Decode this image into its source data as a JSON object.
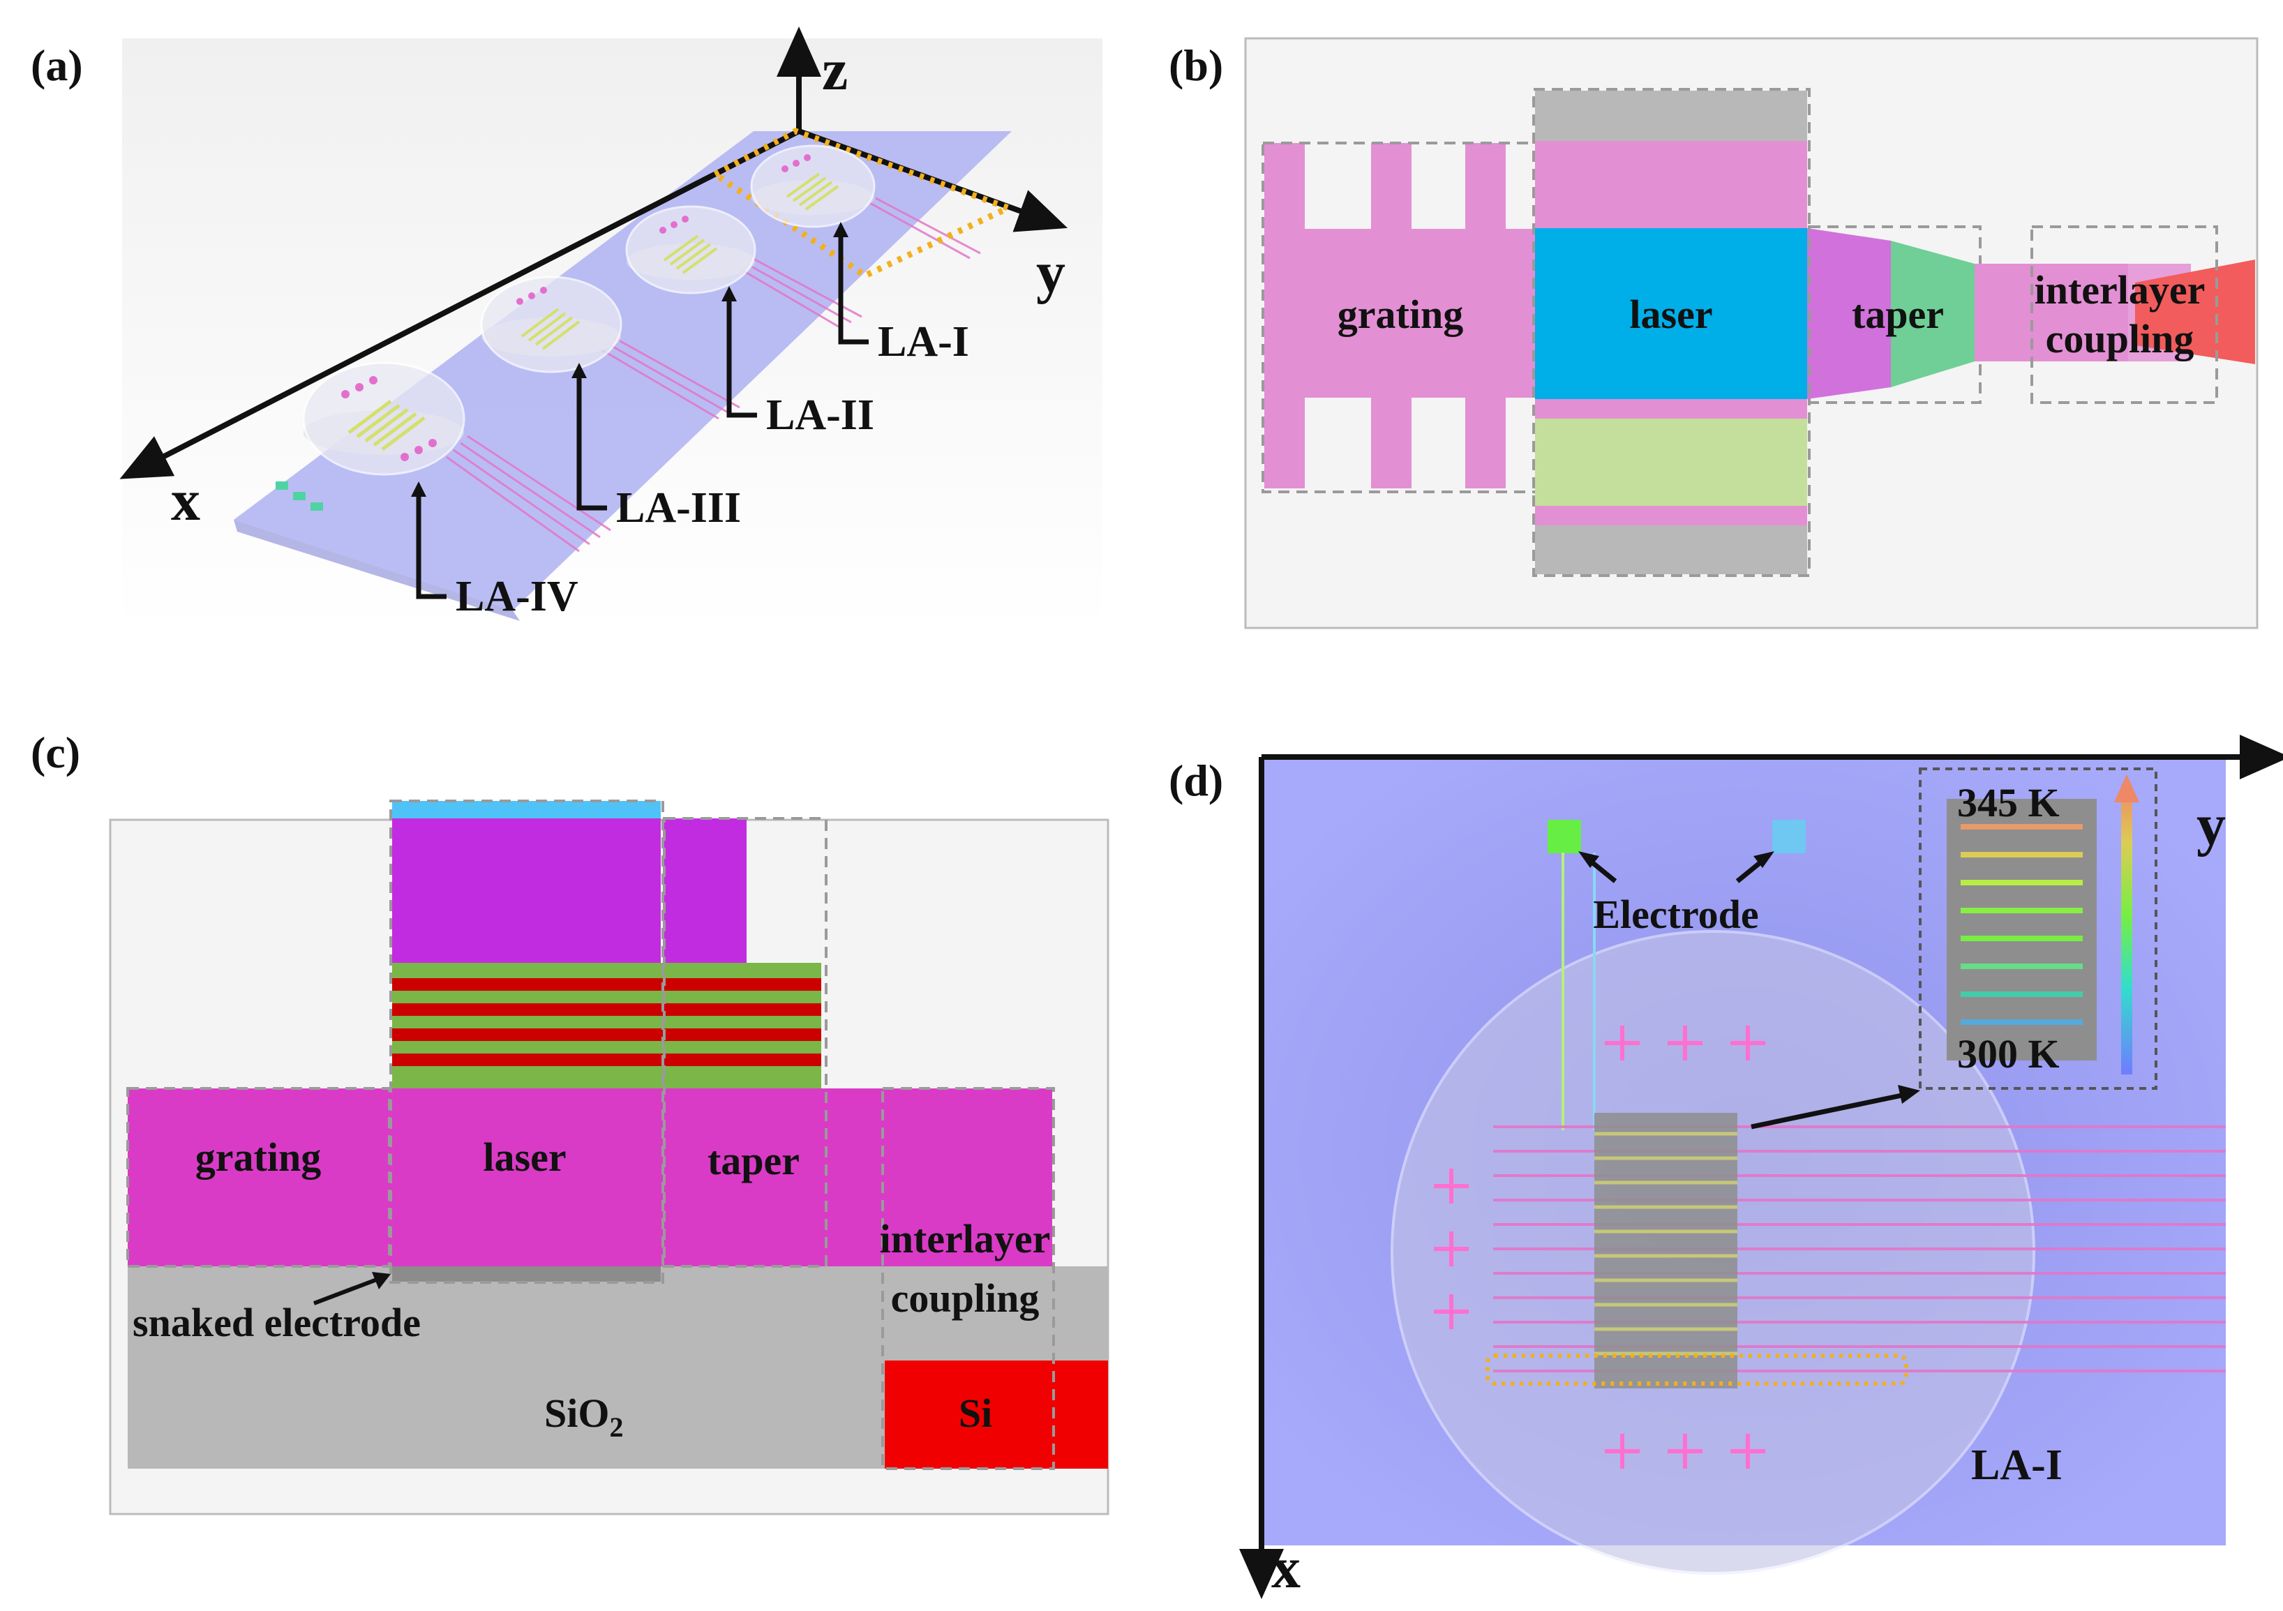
{
  "panels": {
    "a": {
      "label": "(a)",
      "axes": {
        "x": "x",
        "y": "y",
        "z": "z"
      },
      "arrays": [
        "LA-I",
        "LA-II",
        "LA-III",
        "LA-IV"
      ]
    },
    "b": {
      "label": "(b)",
      "regions": {
        "grating": "grating",
        "laser": "laser",
        "taper": "taper",
        "coupling_1": "interlayer",
        "coupling_2": "coupling"
      }
    },
    "c": {
      "label": "(c)",
      "regions": {
        "grating": "grating",
        "laser": "laser",
        "taper": "taper",
        "coupling_1": "interlayer",
        "coupling_2": "coupling",
        "electrode": "snaked electrode",
        "oxide": "SiO",
        "oxide_sub": "2",
        "silicon": "Si"
      }
    },
    "d": {
      "label": "(d)",
      "axes": {
        "x": "x",
        "y": "y"
      },
      "electrode": "Electrode",
      "array": "LA-I",
      "scale": {
        "max": "345 K",
        "min": "300 K"
      }
    }
  },
  "colors": {
    "grating_pink": "#e38fd4",
    "laser_blue": "#00aee8",
    "taper_violet": "#d171dc",
    "taper_green": "#6fcf97",
    "coupling_red": "#f25c5c",
    "light_green": "#c4df9b",
    "gray": "#b8b8b8",
    "magenta": "#d93bc6",
    "purple": "#c22ce0",
    "stripe_red": "#cc0000",
    "stripe_green": "#7ab648",
    "silicon_red": "#f00000",
    "substrate_blue": "#a8a8f4"
  }
}
